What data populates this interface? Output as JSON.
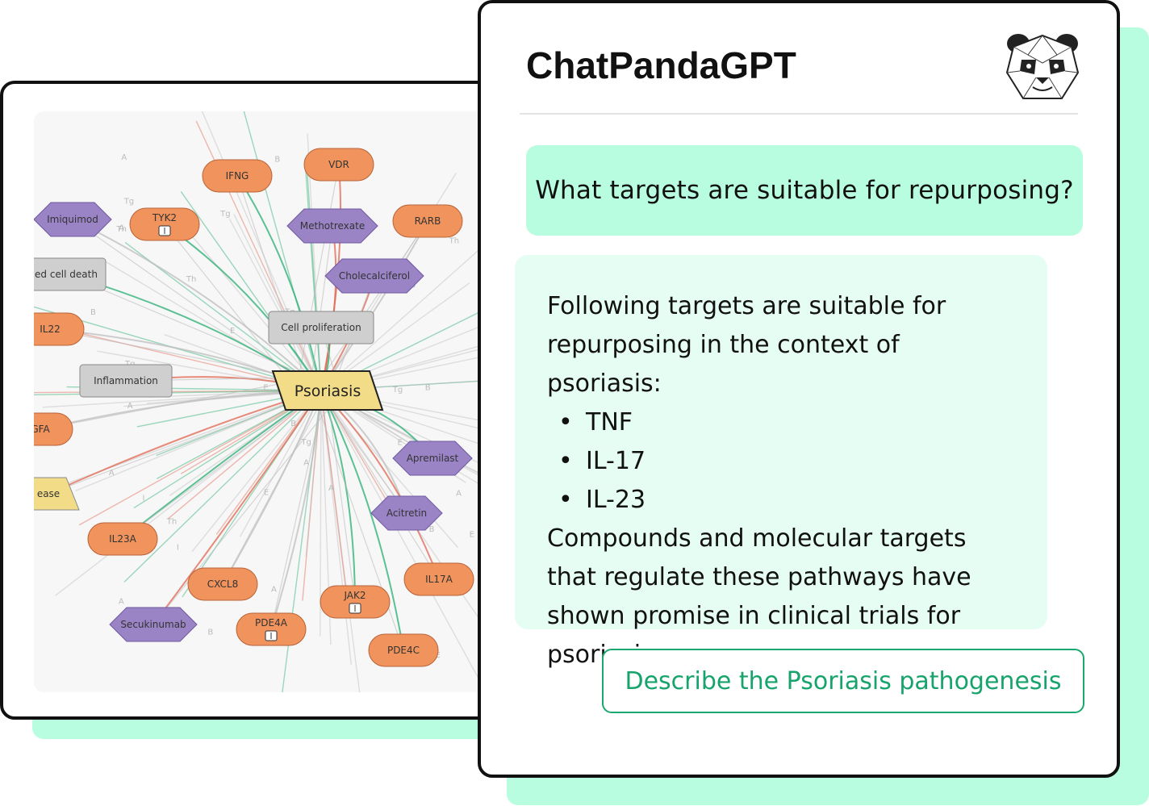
{
  "chat": {
    "title": "ChatPandaGPT",
    "question": "What targets are suitable for repurposing?",
    "answer_intro": "Following targets are suitable for repurposing in the context of psoriasis:",
    "answer_targets": [
      "TNF",
      "IL-17",
      "IL-23"
    ],
    "answer_outro": "Compounds and molecular targets that regulate these pathways have shown promise in clinical trials for psoriasis.",
    "suggestion": "Describe the Psoriasis pathogenesis",
    "avatar_icon": "panda-icon"
  },
  "graph": {
    "center": "Psoriasis",
    "nodes": [
      "IFNG",
      "VDR",
      "Imiquimod",
      "TYK2",
      "Methotrexate",
      "RARB",
      "ed cell death",
      "Cholecalciferol",
      "IL22",
      "Cell proliferation",
      "Inflammation",
      "GFA",
      "Apremilast",
      "ease",
      "Acitretin",
      "IL23A",
      "IL17A",
      "CXCL8",
      "JAK2",
      "Secukinumab",
      "PDE4A",
      "PDE4C"
    ],
    "edge_labels": [
      "Th",
      "Tg",
      "A",
      "B",
      "I",
      "E"
    ],
    "colors": {
      "gene": "#f0935c",
      "drug": "#9a84c6",
      "process": "#cfcfcf",
      "disease": "#f3dc88",
      "activation": "#27ae72",
      "inhibition": "#e06650",
      "neutral": "#bdbdbd"
    }
  }
}
